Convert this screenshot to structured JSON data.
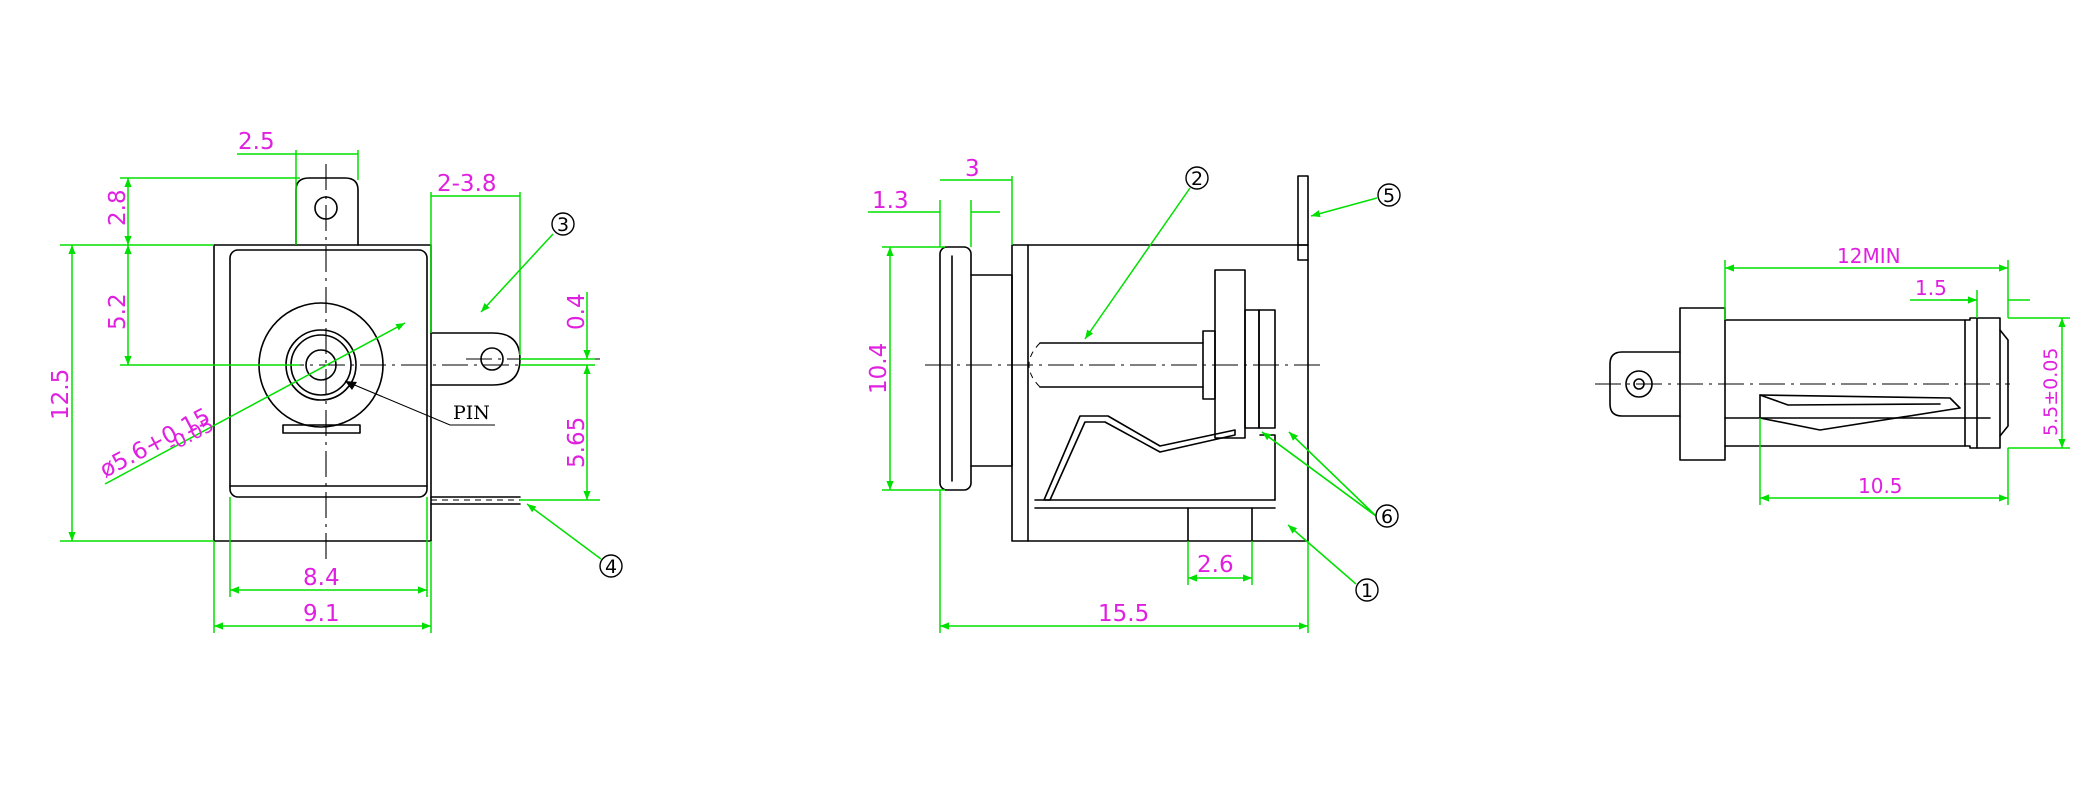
{
  "colors": {
    "outline": "#000000",
    "dimension_line": "#00e000",
    "dimension_text": "#e020e0"
  },
  "front_view": {
    "dim_tab_width": "2.5",
    "dim_tab_height": "2.8",
    "dim_upper": "5.2",
    "dim_overall_height": "12.5",
    "dim_diameter": "ø5.6+0.15",
    "dim_diameter_tol": "-0.05",
    "dim_side_tab": "2-3.8",
    "dim_offset": "0.4",
    "dim_lower": "5.65",
    "dim_inner_width": "8.4",
    "dim_outer_width": "9.1",
    "pin_label": "PIN",
    "callout_3": "3",
    "callout_4": "4"
  },
  "side_view": {
    "dim_flange": "1.3",
    "dim_collar": "3",
    "dim_height": "10.4",
    "dim_contact": "2.6",
    "dim_length": "15.5",
    "callout_1": "1",
    "callout_2": "2",
    "callout_5": "5",
    "callout_6": "6"
  },
  "right_view": {
    "dim_min": "12MIN",
    "dim_tip": "1.5",
    "dim_tolerance": "5.5±0.05",
    "dim_length": "10.5"
  }
}
